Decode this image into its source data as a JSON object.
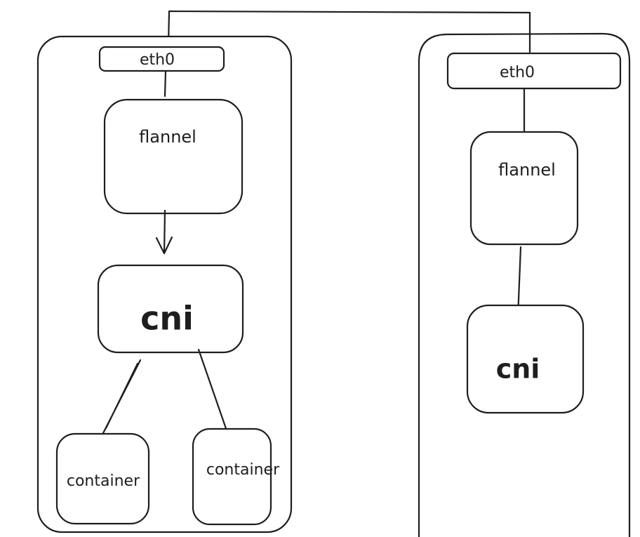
{
  "colors": {
    "stroke": "#1e1e1e",
    "background": "#ffffff"
  },
  "nodes": {
    "left": {
      "eth0": "eth0",
      "flannel": "flannel",
      "cni": "cni",
      "container_1": "container",
      "container_2": "container"
    },
    "right": {
      "eth0": "eth0",
      "flannel": "flannel",
      "cni": "cni"
    }
  }
}
